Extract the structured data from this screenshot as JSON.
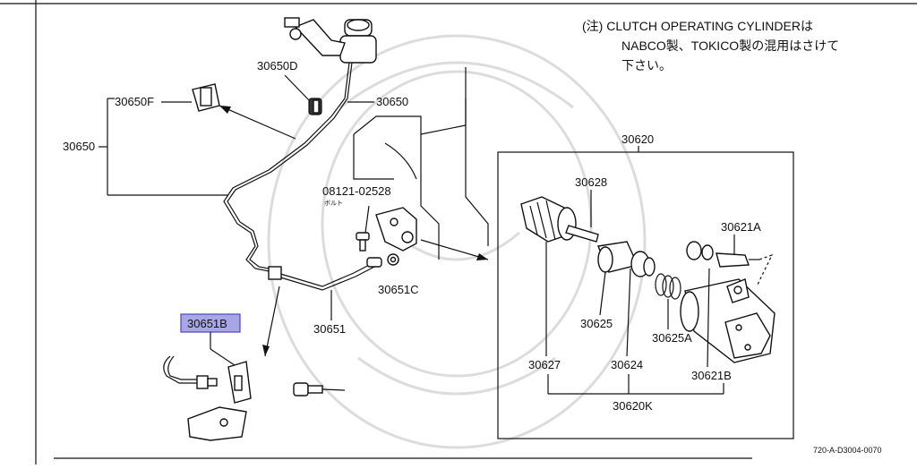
{
  "note": {
    "line1": "(注) CLUTCH OPERATING CYLINDERは",
    "line2": "NABCO製、TOKICO製の混用はさけて",
    "line3": "下さい。"
  },
  "labels": {
    "p30650D": "30650D",
    "p30650F": "30650F",
    "p30650_top": "30650",
    "p30650_left": "30650",
    "p08121": "08121-02528",
    "bolt_jp": "ボルト",
    "p30651C": "30651C",
    "p30651": "30651",
    "p30651B": "30651B",
    "p30620": "30620",
    "p30628": "30628",
    "p30621A": "30621A",
    "p30625": "30625",
    "p30625A": "30625A",
    "p30627": "30627",
    "p30624": "30624",
    "p30621B": "30621B",
    "p30620K": "30620K",
    "figure_code": "720-A-D3004-0070"
  },
  "colors": {
    "highlight": "#a9a6e6",
    "ink": "#111111"
  }
}
